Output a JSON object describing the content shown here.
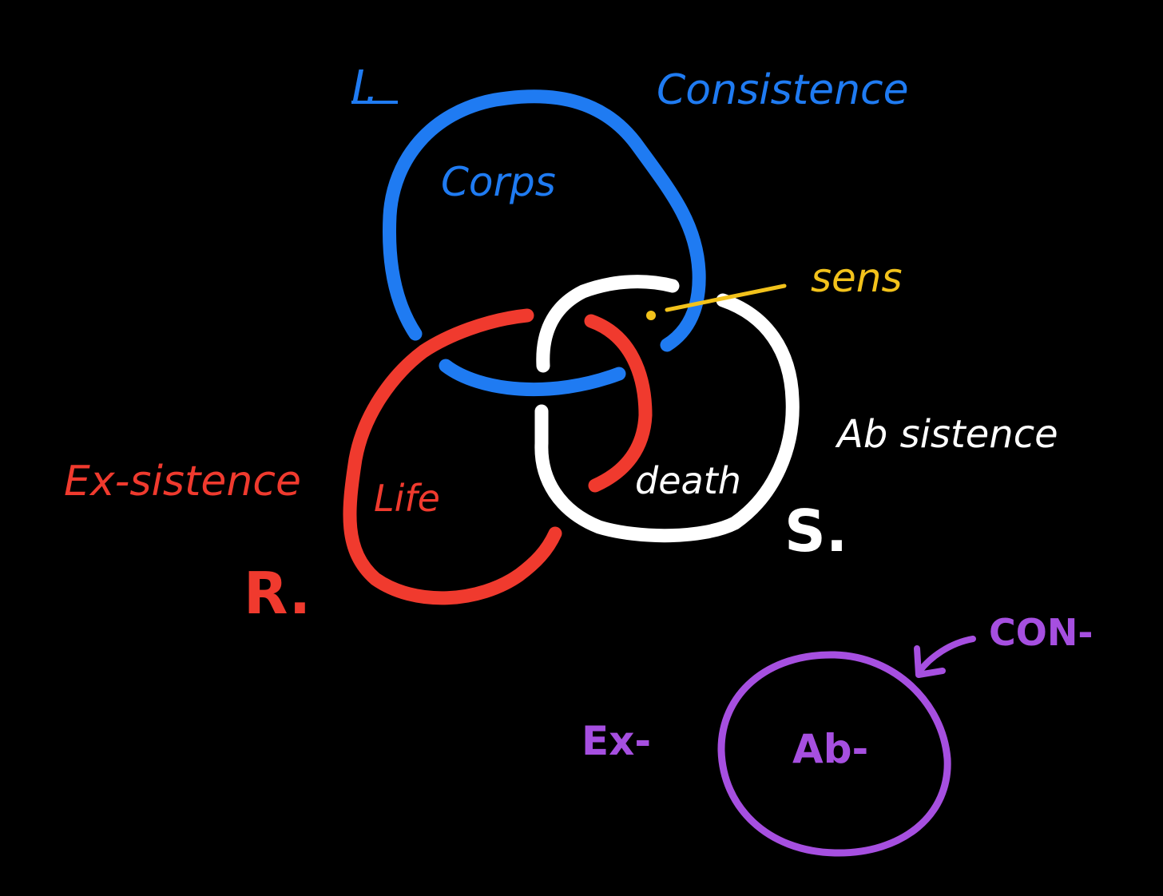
{
  "colors": {
    "background": "#000000",
    "imaginary": "#1f7bf2",
    "real": "#f03a2e",
    "symbolic": "#ffffff",
    "sens": "#f2c21b",
    "purple": "#a64fe0"
  },
  "labels": {
    "imaginary_mark": "I.",
    "consistence": "Consistence",
    "corps": "Corps",
    "sens": "sens",
    "absistence": "Ab sistence",
    "death": "death",
    "symbolic_mark": "S.",
    "exsistence": "Ex-sistence",
    "life": "Life",
    "real_mark": "R.",
    "con_prefix": "CON-",
    "ex_prefix": "Ex-",
    "ab_prefix": "Ab-"
  }
}
